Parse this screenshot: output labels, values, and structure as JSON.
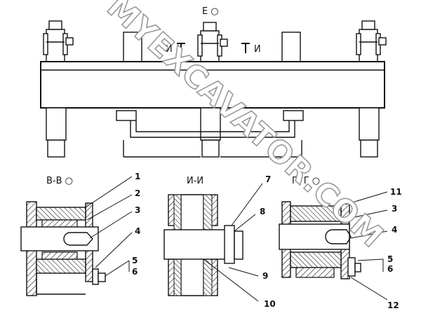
{
  "view_label": "Е ○",
  "section_mark_left": "И",
  "section_mark_right": "И",
  "sections": [
    {
      "id": "bb",
      "title": "В-В ○"
    },
    {
      "id": "ii",
      "title": "И-И"
    },
    {
      "id": "gg",
      "title": "Г- Г ○"
    }
  ],
  "callouts": {
    "bb": [
      "1",
      "2",
      "3",
      "4",
      "5",
      "6"
    ],
    "ii": [
      "7",
      "8",
      "9",
      "10"
    ],
    "gg": [
      "11",
      "3",
      "4",
      "5",
      "6",
      "12"
    ]
  },
  "watermark": "MYEXCAVATOR.COM"
}
